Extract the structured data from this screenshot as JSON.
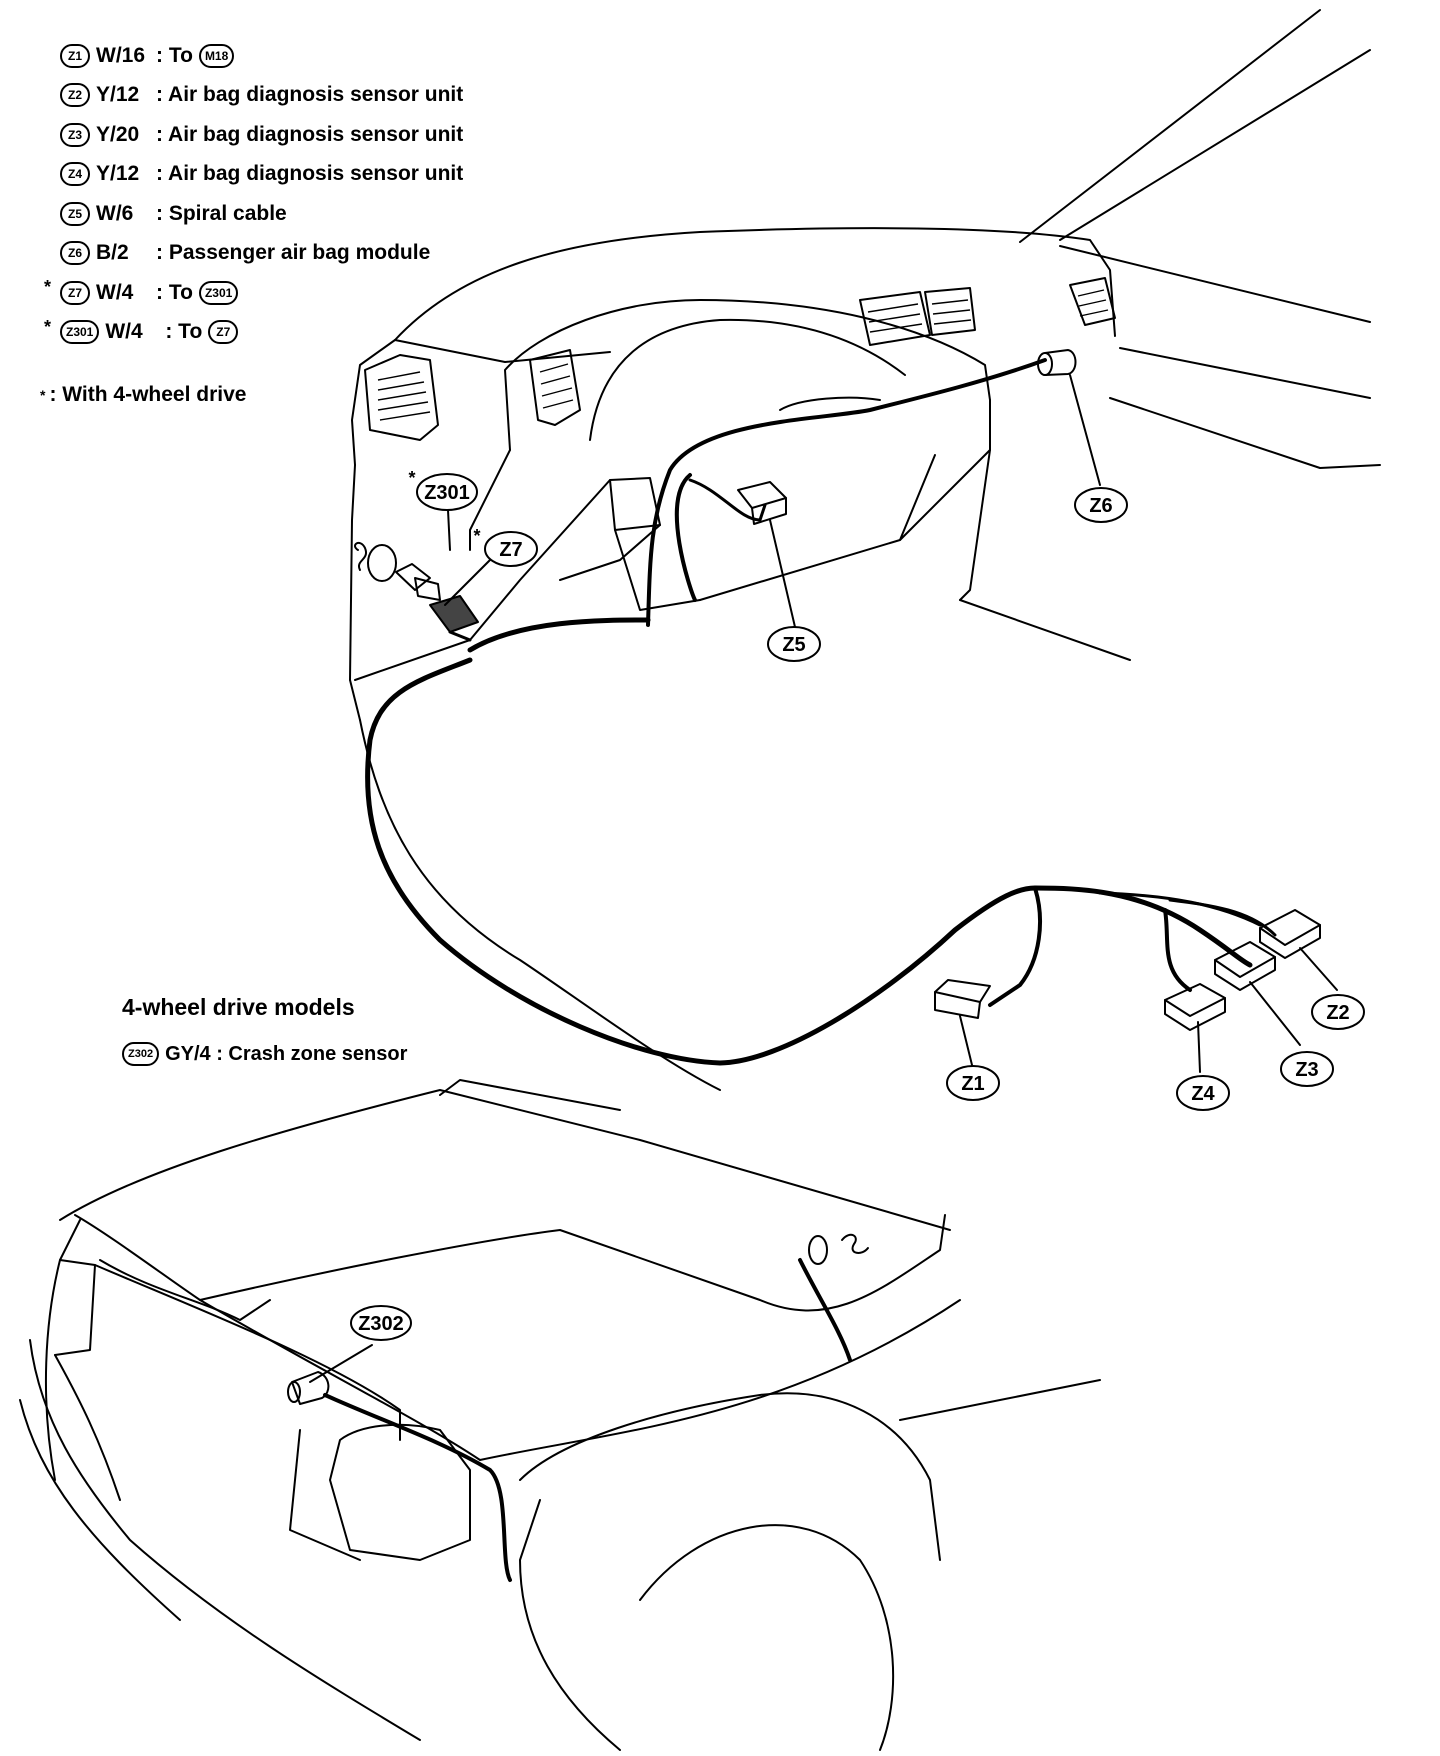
{
  "legend": [
    {
      "star": "",
      "id": "Z1",
      "code": "W/16",
      "desc": ": To",
      "ref": "M18"
    },
    {
      "star": "",
      "id": "Z2",
      "code": "Y/12",
      "desc": ": Air bag diagnosis sensor unit",
      "ref": ""
    },
    {
      "star": "",
      "id": "Z3",
      "code": "Y/20",
      "desc": ": Air bag diagnosis sensor unit",
      "ref": ""
    },
    {
      "star": "",
      "id": "Z4",
      "code": "Y/12",
      "desc": ": Air bag diagnosis sensor unit",
      "ref": ""
    },
    {
      "star": "",
      "id": "Z5",
      "code": "W/6",
      "desc": ": Spiral cable",
      "ref": ""
    },
    {
      "star": "",
      "id": "Z6",
      "code": "B/2",
      "desc": ": Passenger air bag module",
      "ref": ""
    },
    {
      "star": "*",
      "id": "Z7",
      "code": "W/4",
      "desc": ": To",
      "ref": "Z301"
    },
    {
      "star": "*",
      "id": "Z301",
      "code": "W/4",
      "desc": ": To",
      "ref": "Z7"
    }
  ],
  "note": {
    "symbol": "*",
    "text": ": With 4-wheel drive"
  },
  "four_wd": {
    "title": "4-wheel drive models",
    "item": {
      "id": "Z302",
      "code": "GY/4",
      "desc": ": Crash zone sensor"
    }
  },
  "callouts": {
    "z301": "Z301",
    "z7": "Z7",
    "z5": "Z5",
    "z6": "Z6",
    "z1": "Z1",
    "z2": "Z2",
    "z3": "Z3",
    "z4": "Z4",
    "z302": "Z302",
    "star": "*"
  }
}
